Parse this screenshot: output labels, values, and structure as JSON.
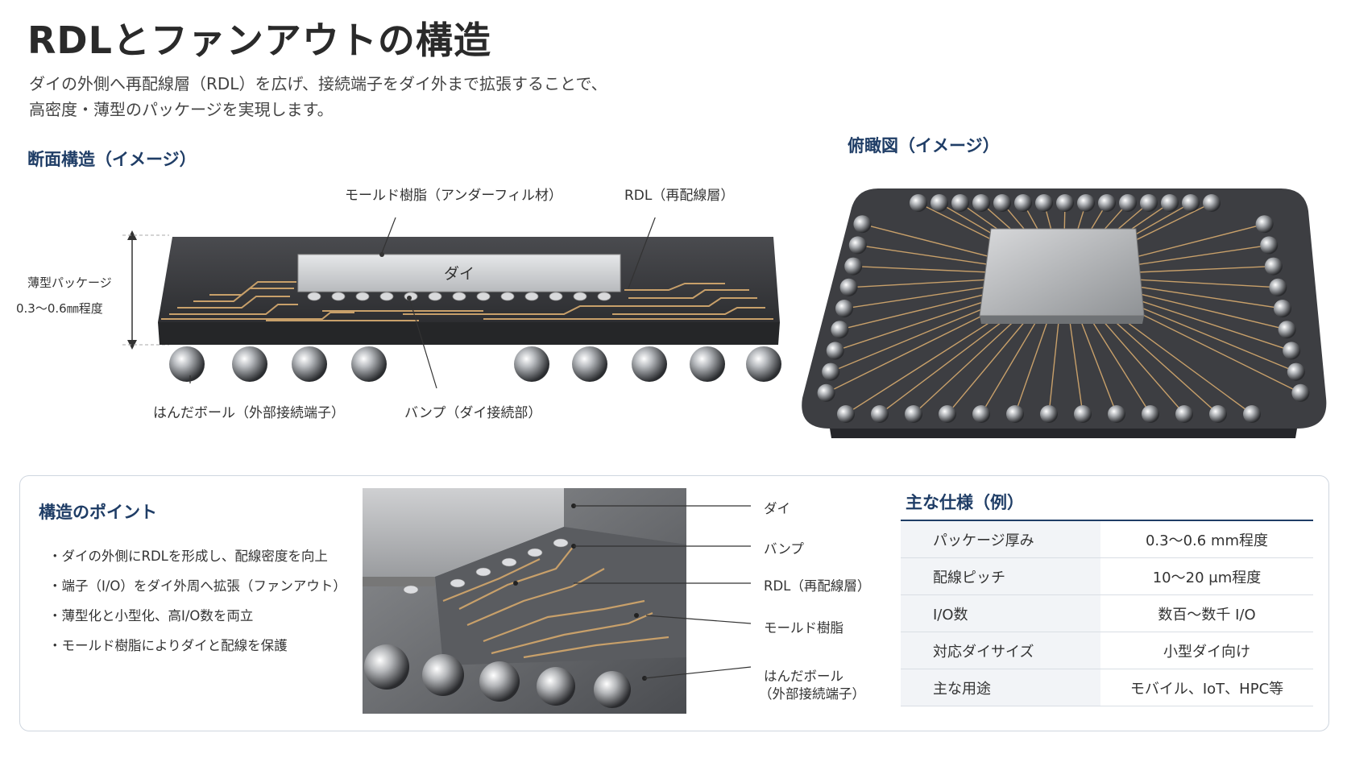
{
  "title": "RDLとファンアウトの構造",
  "subtitle_line1": "ダイの外側へ再配線層（RDL）を広げ、接続端子をダイ外まで拡張することで、",
  "subtitle_line2": "高密度・薄型のパッケージを実現します。",
  "cross_section": {
    "heading": "断面構造（イメージ）",
    "label_mold": "モールド樹脂（アンダーフィル材）",
    "label_rdl": "RDL（再配線層）",
    "label_die": "ダイ",
    "label_thickness_1": "薄型パッケージ",
    "label_thickness_2": "0.3〜0.6㎜程度",
    "label_solder": "はんだボール（外部接続端子）",
    "label_bump": "バンプ（ダイ接続部）"
  },
  "top_view": {
    "heading": "俯瞰図（イメージ）"
  },
  "points": {
    "heading": "構造のポイント",
    "items": [
      "ダイの外側にRDLを形成し、配線密度を向上",
      "端子（I/O）をダイ外周へ拡張（ファンアウト）",
      "薄型化と小型化、高I/O数を両立",
      "モールド樹脂によりダイと配線を保護"
    ]
  },
  "detail": {
    "labels": [
      "ダイ",
      "バンプ",
      "RDL（再配線層）",
      "モールド樹脂"
    ],
    "solder_1": "はんだボール",
    "solder_2": "（外部接続端子）"
  },
  "spec": {
    "heading": "主な仕様（例）",
    "rows": [
      {
        "k": "パッケージ厚み",
        "v": "0.3〜0.6 mm程度"
      },
      {
        "k": "配線ピッチ",
        "v": "10〜20 μm程度"
      },
      {
        "k": "I/O数",
        "v": "数百〜数千 I/O"
      },
      {
        "k": "対応ダイサイズ",
        "v": "小型ダイ向け"
      },
      {
        "k": "主な用途",
        "v": "モバイル、IoT、HPC等"
      }
    ]
  },
  "colors": {
    "accent": "#1f3d66",
    "trace": "#c8a06a",
    "mold": "#3a3b3e",
    "die": "#d4d6d9"
  }
}
